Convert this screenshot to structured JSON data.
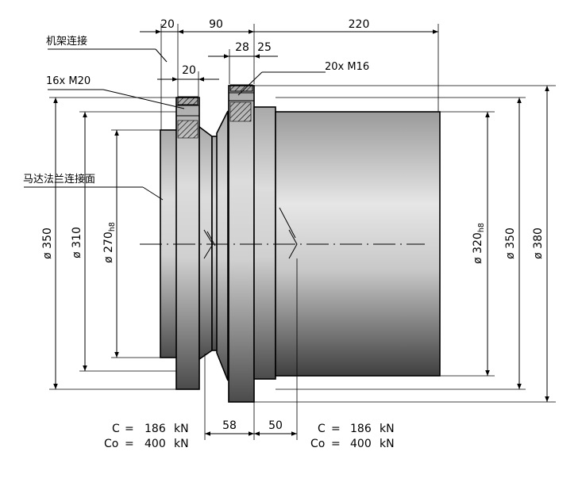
{
  "drawing": {
    "dimensions": {
      "top": [
        "20",
        "90",
        "220",
        "28",
        "25",
        "20"
      ],
      "left_diameters": [
        "350",
        "310",
        "270"
      ],
      "left_subscript": "h8",
      "right_diameters": [
        "320",
        "350",
        "380"
      ],
      "right_subscript": "h8",
      "diameter_symbol": "ø",
      "bottom": [
        "58",
        "50"
      ]
    },
    "labels": {
      "frame_connection": "机架连接",
      "bolts_left": "16x M20",
      "bolts_right": "20x M16",
      "motor_flange": "马达法兰连接面"
    },
    "ratings": {
      "left": {
        "c_label": "C",
        "c_eq": "=",
        "c_value": "186",
        "c_unit": "kN",
        "co_label": "Co",
        "co_eq": "=",
        "co_value": "400",
        "co_unit": "kN"
      },
      "right": {
        "c_label": "C",
        "c_eq": "=",
        "c_value": "186",
        "c_unit": "kN",
        "co_label": "Co",
        "co_eq": "=",
        "co_value": "400",
        "co_unit": "kN"
      }
    }
  }
}
